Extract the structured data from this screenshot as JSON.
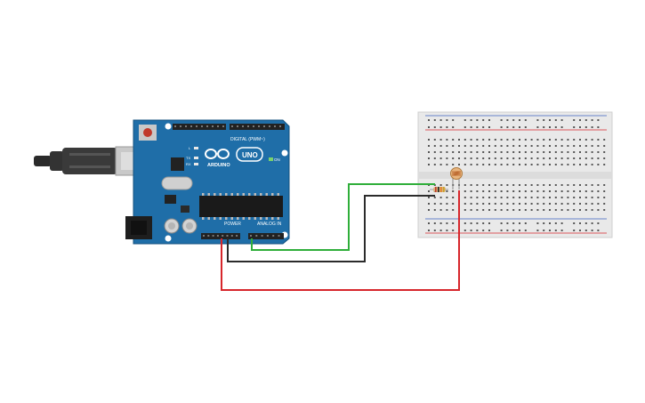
{
  "board": {
    "brand": "ARDUINO",
    "model": "UNO",
    "digital_header": "DIGITAL (PWM~)",
    "power_header": "POWER",
    "analog_header": "ANALOG IN",
    "on_label": "ON",
    "tx_label": "TX",
    "rx_label": "RX",
    "l_label": "L"
  },
  "colors": {
    "board": "#1f6ea8",
    "wire_green": "#2fae3a",
    "wire_black": "#2b2b2b",
    "wire_red": "#d7262b",
    "breadboard": "#e9e9e9",
    "rail_red": "#d7262b",
    "rail_blue": "#3b5fbf"
  },
  "components": {
    "usb": "usb-plug-icon",
    "power_jack": "dc-jack-icon",
    "resistor": "resistor-icon",
    "photoresistor": "photoresistor-icon"
  }
}
